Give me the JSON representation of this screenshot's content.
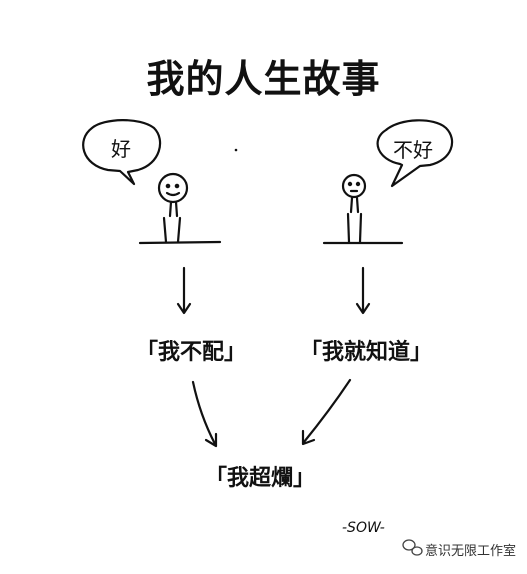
{
  "title": "我的人生故事",
  "left_figure": {
    "speech": "好"
  },
  "right_figure": {
    "speech": "不好"
  },
  "left_outcome": "「我不配」",
  "right_outcome": "「我就知道」",
  "final_outcome": "「我超爛」",
  "signature": "-SOW-",
  "watermark": {
    "text": "意识无限工作室"
  },
  "colors": {
    "ink": "#111111",
    "background": "#ffffff"
  }
}
